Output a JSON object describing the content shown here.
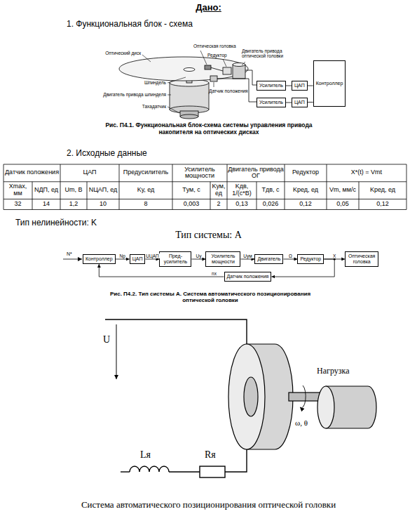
{
  "diagram": {
    "title": "Дано:",
    "nodes": [
      {
        "text": [
          "Усилитель"
        ]
      },
      {
        "text": [
          "ЦАП"
        ]
      },
      {
        "text": [
          "Контроллер"
        ]
      },
      {
        "text": [
          "Усилитель"
        ]
      },
      {
        "text": [
          "ЦАП"
        ]
      },
      {
        "text": [
          "Контроллер"
        ]
      },
      {
        "text": [
          "ЦАП"
        ]
      },
      {
        "text": [
          "Пред-усилитель"
        ]
      },
      {
        "text": [
          "Усилитель мощности"
        ]
      },
      {
        "text": [
          "Двигатель"
        ]
      },
      {
        "text": [
          "Редуктор"
        ]
      },
      {
        "text": [
          "Оптическая головка"
        ]
      },
      {
        "text": [
          "Датчик положения"
        ]
      }
    ],
    "edges": [
      {
        "from": 1,
        "to": 0,
        "arrow": "none"
      },
      {
        "from": 2,
        "to": 1,
        "arrow": "none"
      },
      {
        "from": 4,
        "to": 3,
        "arrow": "none"
      },
      {
        "from": 2,
        "to": 4,
        "arrow": "none"
      },
      {
        "from": 5,
        "to": 6,
        "label": "Nр",
        "arrow": "to"
      },
      {
        "from": 6,
        "to": 7,
        "label": "UЦАП",
        "arrow": "to"
      },
      {
        "from": 7,
        "to": 8,
        "label": "Uу",
        "arrow": "to"
      },
      {
        "from": 8,
        "to": 9,
        "label": "Uум",
        "arrow": "to"
      },
      {
        "from": 9,
        "to": 10,
        "label": "Ω",
        "arrow": "to"
      },
      {
        "from": 10,
        "to": 11,
        "label": "X",
        "arrow": "to"
      },
      {
        "from": 10,
        "to": 12,
        "arrow": "to"
      },
      {
        "from": 12,
        "to": 5,
        "label": "nх",
        "arrow": "to"
      }
    ],
    "labels": [
      "1. Функциональная блок - схема",
      "Оптическая головка",
      "Оптический диск",
      "Редуктор",
      "Двигатель привода оптической головки",
      "Шпиндель",
      "Датчик положения",
      "Двигатель привода шпинделя",
      "Тахадатчик",
      "Рис. П4.1. Функциональная блок-схема системы управления привода накопителя на оптических дисках",
      "2. Исходные данные",
      "Датчик положения",
      "ЦАП",
      "Предусилитель",
      "Усилитель мощности",
      "Двигатель привода ОГ",
      "Редуктор",
      "X*(t) = Vmt",
      "Xmax, мм",
      "NДП, ед",
      "Um, В",
      "NЦАП, ед",
      "Kу, ед",
      "Tум, с",
      "Kум, ед",
      "Kдв, 1/(с*В)",
      "Tдв, с",
      "Kред, ед",
      "Vm, мм/с",
      "Kред, ед",
      "32",
      "14",
      "1,2",
      "10",
      "8",
      "0,003",
      "2",
      "0,13",
      "0,026",
      "0,12",
      "0,05",
      "0,12",
      "Тип нелинейности: K",
      "Тип системы: А",
      "N*",
      "Рис. П4.2. Тип системы А. Система автоматического позиционирования оптической головки",
      "U",
      "Lя",
      "Rя",
      "Нагрузка",
      "ω, θ",
      "Система автоматического позиционирования оптической головки"
    ]
  }
}
